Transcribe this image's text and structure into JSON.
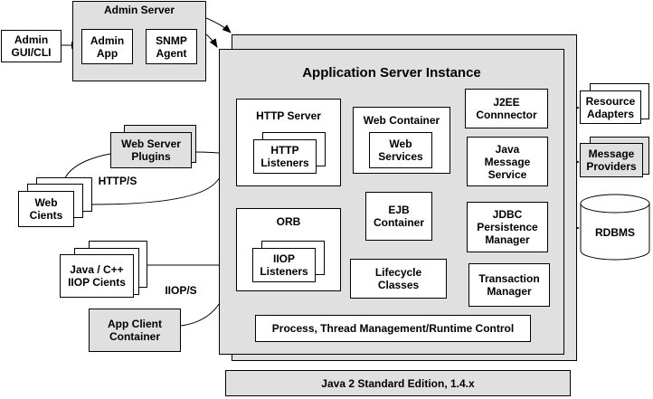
{
  "admin_server": {
    "title": "Admin Server",
    "admin_app": "Admin\nApp",
    "snmp_agent": "SNMP\nAgent"
  },
  "admin_gui": "Admin\nGUI/CLI",
  "instance": {
    "title": "Application Server Instance",
    "http_server": "HTTP Server",
    "http_listeners": "HTTP\nListeners",
    "web_container": "Web Container",
    "web_services": "Web\nServices",
    "j2ee_connector": "J2EE\nConnnector",
    "java_message_service": "Java\nMessage\nService",
    "orb": "ORB",
    "iiop_listeners": "IIOP\nListeners",
    "ejb_container": "EJB\nContainer",
    "jdbc_persistence_manager": "JDBC\nPersistence\nManager",
    "lifecycle_classes": "Lifecycle\nClasses",
    "transaction_manager": "Transaction\nManager",
    "process_control": "Process, Thread Management/Runtime Control"
  },
  "clients": {
    "web_server_plugins": "Web Server\nPlugins",
    "web_clients": "Web\nCients",
    "http_s": "HTTP/S",
    "java_cpp_clients": "Java / C++\nIIOP Cients",
    "iiop_s": "IIOP/S",
    "app_client_container": "App Client\nContainer"
  },
  "external": {
    "resource_adapters": "Resource\nAdapters",
    "message_providers": "Message\nProviders",
    "rdbms": "RDBMS"
  },
  "java2se": "Java 2 Standard Edition, 1.4.x"
}
